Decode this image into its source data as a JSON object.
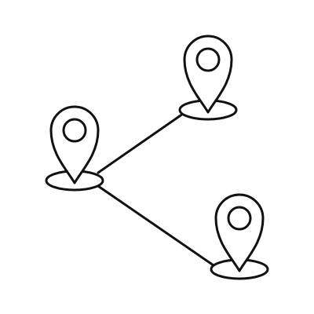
{
  "icon": {
    "name": "route-map-pins-icon",
    "stroke_color": "#111111",
    "fill_color": "#ffffff",
    "pins": [
      {
        "name": "location-pin-icon"
      },
      {
        "name": "location-pin-icon"
      },
      {
        "name": "location-pin-icon"
      }
    ],
    "connections": [
      {
        "from": 0,
        "to": 1
      },
      {
        "from": 0,
        "to": 2
      }
    ]
  }
}
